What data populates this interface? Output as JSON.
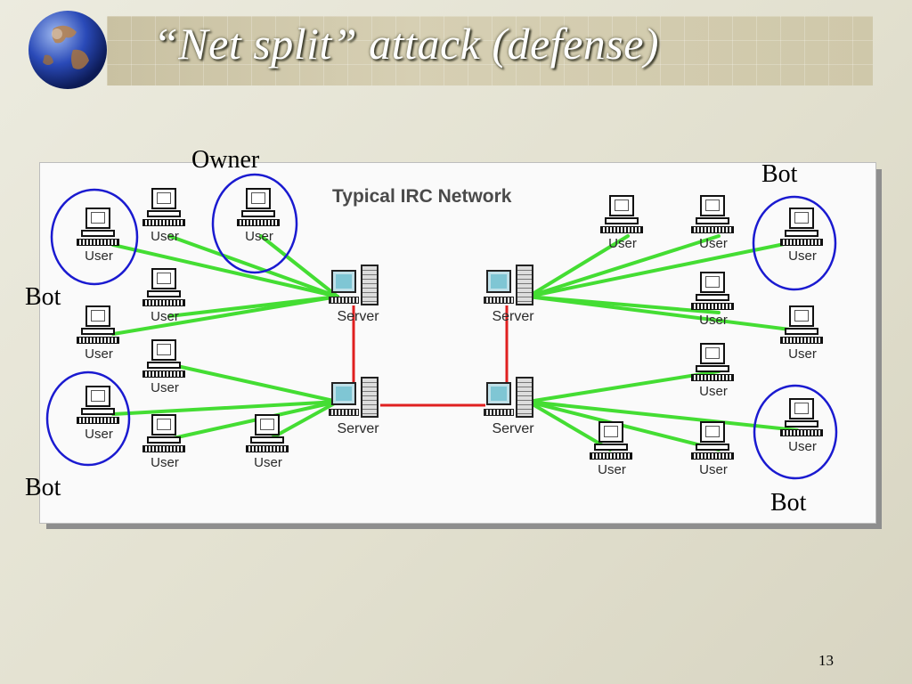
{
  "slide": {
    "title": "“Net split” attack (defense)",
    "page_number": "13"
  },
  "diagram": {
    "heading": "Typical IRC Network",
    "user_label": "User",
    "server_label": "Server",
    "colors": {
      "client_link": "#44dd33",
      "server_link": "#e02020",
      "highlight": "#1a1ad0"
    }
  },
  "callouts": {
    "owner": "Owner",
    "bot_top_right": "Bot",
    "bot_left_mid": "Bot",
    "bot_left_low": "Bot",
    "bot_bottom_right": "Bot"
  }
}
